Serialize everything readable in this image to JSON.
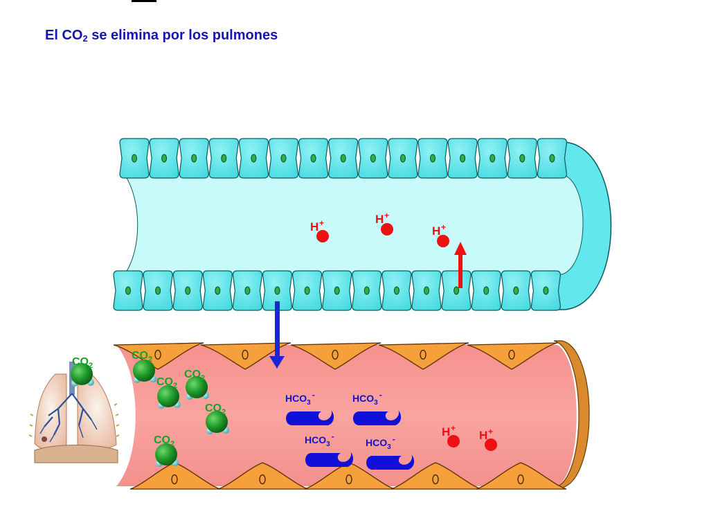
{
  "title": {
    "pre": "El CO",
    "sub": "2",
    "post": " se elimina por los pulmones"
  },
  "labels": {
    "h": "H",
    "plus": "+",
    "co": "CO",
    "two": "2",
    "hco": "HCO",
    "three": "3",
    "minus": "-"
  },
  "colors": {
    "title": "#1515b0",
    "tubule_lumen": "#c8fafa",
    "tubule_cell": "#5fe6ea",
    "tubule_wall": "#62e7ec",
    "capillary_lumen": "#f79a96",
    "endothelial_cell": "#f5a03a",
    "proton": "#ee1111",
    "co2_label": "#15a32a",
    "co2_molecule": "#1f8f2a",
    "bicarbonate": "#1010d8",
    "arrow_down": "#1a26d6",
    "arrow_up": "#ee1111"
  },
  "icons": {
    "lung": "lungs-illustration-icon",
    "co2": "co2-molecule-icon"
  }
}
